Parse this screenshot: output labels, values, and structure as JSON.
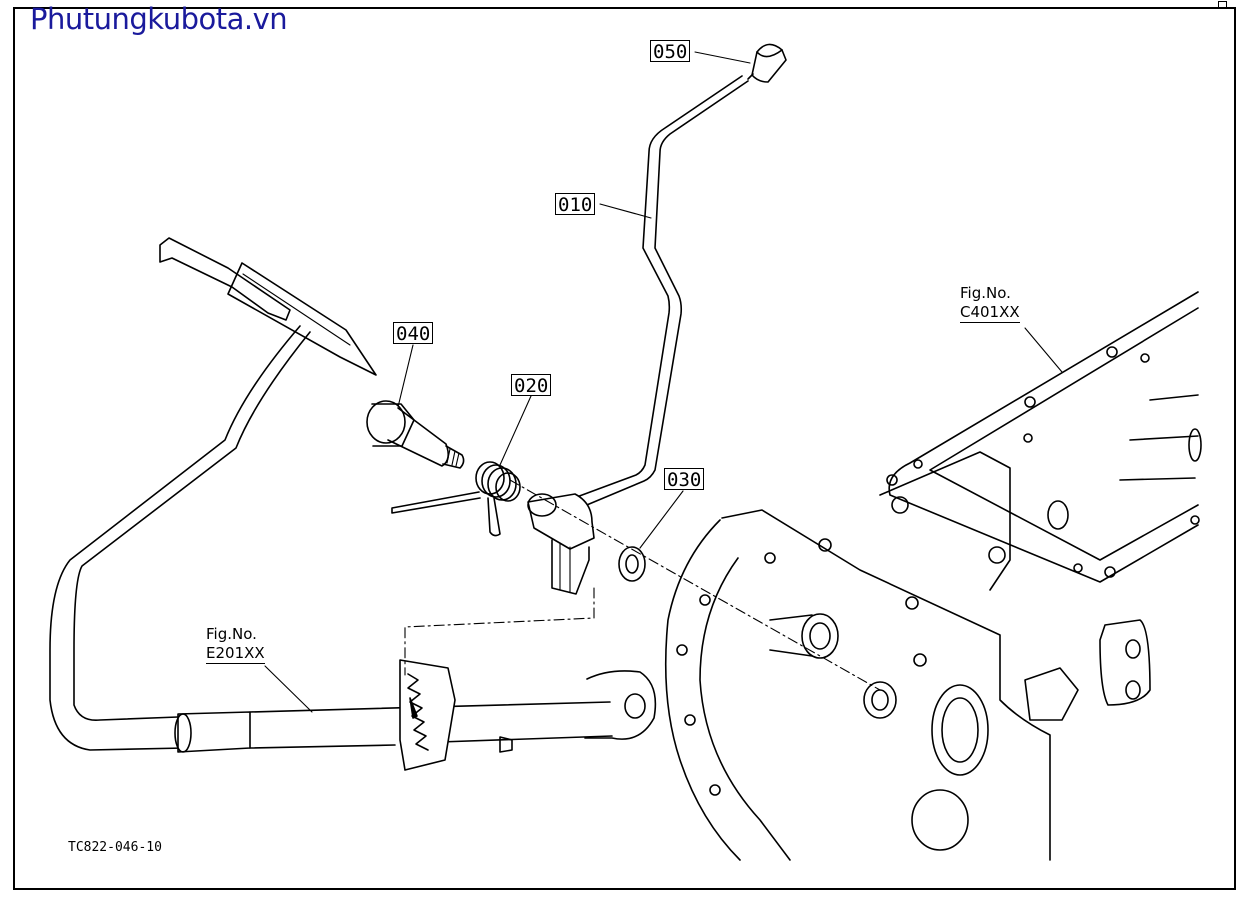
{
  "watermark": "Phutungkubota.vn",
  "document_id": "TC822-046-10",
  "callouts": {
    "p050": "050",
    "p010": "010",
    "p040": "040",
    "p020": "020",
    "p030": "030"
  },
  "figure_refs": {
    "c401": {
      "line1": "Fig.No.",
      "line2": "C401XX"
    },
    "e201": {
      "line1": "Fig.No.",
      "line2": "E201XX"
    }
  },
  "colors": {
    "watermark": "#1a1a9c",
    "ink": "#000000",
    "paper": "#ffffff"
  }
}
